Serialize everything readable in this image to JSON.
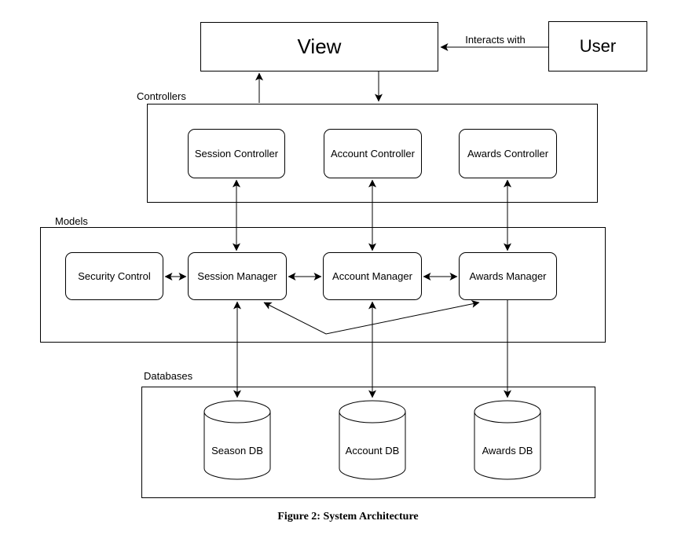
{
  "figure": {
    "caption": "Figure 2: System Architecture"
  },
  "diagram": {
    "view": {
      "label": "View"
    },
    "user": {
      "label": "User"
    },
    "edge_labels": {
      "interacts_with": "Interacts with"
    },
    "controllers": {
      "label": "Controllers",
      "items": [
        {
          "label": "Session Controller"
        },
        {
          "label": "Account Controller"
        },
        {
          "label": "Awards Controller"
        }
      ]
    },
    "models": {
      "label": "Models",
      "items": [
        {
          "label": "Security Control"
        },
        {
          "label": "Session Manager"
        },
        {
          "label": "Account Manager"
        },
        {
          "label": "Awards Manager"
        }
      ]
    },
    "databases": {
      "label": "Databases",
      "items": [
        {
          "label": "Season DB"
        },
        {
          "label": "Account DB"
        },
        {
          "label": "Awards DB"
        }
      ]
    },
    "colors": {
      "stroke": "#000000",
      "fill": "#ffffff",
      "text": "#000000",
      "background": "#ffffff"
    }
  }
}
